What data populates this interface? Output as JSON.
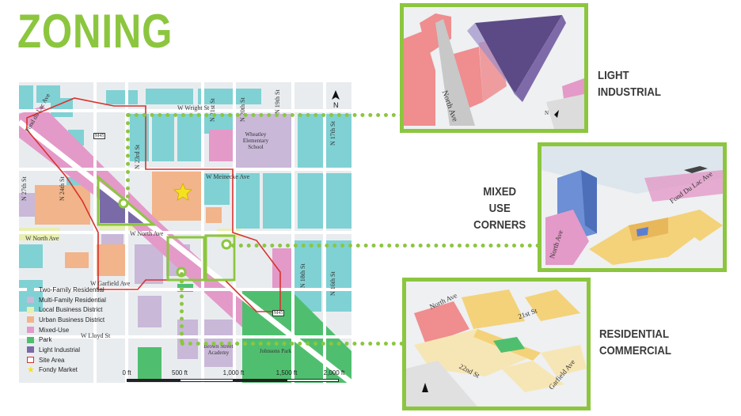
{
  "title": "ZONING",
  "colors": {
    "accent": "#8cc63f",
    "two_family": "#7fd1d4",
    "multi_family": "#c9b8d8",
    "local_business": "#e8efb0",
    "urban_business": "#f2b48a",
    "mixed_use": "#e39ac8",
    "park": "#4fbf6f",
    "light_industrial": "#7a6aa8",
    "site_area": "#d9322d",
    "fondy_market": "#f4e21f"
  },
  "legend": [
    {
      "label": "Two-Family Residential",
      "color": "#7fd1d4",
      "kind": "fill"
    },
    {
      "label": "Multi-Family Residential",
      "color": "#c9b8d8",
      "kind": "fill"
    },
    {
      "label": "Local Business District",
      "color": "#e8efb0",
      "kind": "fill"
    },
    {
      "label": "Urban Business District",
      "color": "#f2b48a",
      "kind": "fill"
    },
    {
      "label": "Mixed-Use",
      "color": "#e39ac8",
      "kind": "fill"
    },
    {
      "label": "Park",
      "color": "#4fbf6f",
      "kind": "fill"
    },
    {
      "label": "Light Industrial",
      "color": "#7a6aa8",
      "kind": "fill"
    },
    {
      "label": "Site Area",
      "color": "#d9322d",
      "kind": "outline"
    },
    {
      "label": "Fondy Market",
      "color": "#f4e21f",
      "kind": "star"
    }
  ],
  "scale": {
    "labels": [
      "0 ft",
      "500 ft",
      "1,000 ft",
      "1,500 ft",
      "2,000 ft"
    ]
  },
  "map_labels": {
    "north": "N",
    "w_wright": "W Wright St",
    "w_meinecke": "W Meinecke Ave",
    "w_north": "W North Ave",
    "fond_du_lac": "Fond du Lac Ave",
    "n_27th": "N 27th St",
    "n_24th": "N 24th St",
    "n_23rd": "N 23rd St",
    "n_21st": "N 21st St",
    "n_20th": "N 20th St",
    "n_19th": "N 19th St",
    "n_18th": "N 18th St",
    "n_17th": "N 17th St",
    "n_16th": "N 16th St",
    "w_garfield": "W Garfield Ave",
    "w_lloyd": "W Lloyd St",
    "wheatley": "Wheatley Elementary School",
    "brown_street": "Brown Street Academy",
    "johnsons_park": "Johnsons Park",
    "m45_a": "M45",
    "m45_b": "M45"
  },
  "callouts": [
    {
      "label": "LIGHT INDUSTRIAL"
    },
    {
      "label": "MIXED USE CORNERS"
    },
    {
      "label": "RESIDENTIAL COMMERCIAL"
    }
  ],
  "inset_labels": {
    "north_ave_1": "North Ave",
    "north_ave_2": "North Ave",
    "fond_du_lac": "Fond Du Lac Ave",
    "north_ave_3": "North Ave",
    "st_21": "21st St",
    "st_22": "22nd St",
    "garfield": "Garfield Ave",
    "north_mark": "N"
  }
}
